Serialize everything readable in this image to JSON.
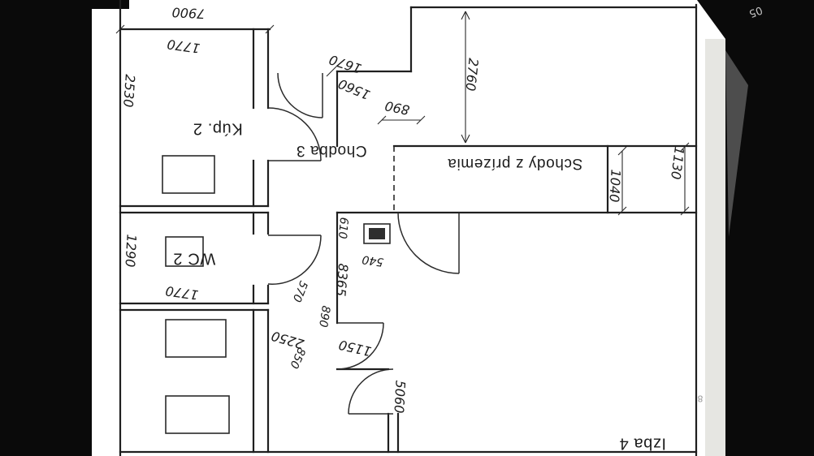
{
  "rooms": {
    "kup2": "Kúp. 2",
    "chodba3": "Chodba 3",
    "wc2": "WC 2",
    "schody": "Schody z prízemia",
    "izba4": "Izba 4"
  },
  "dimensions": {
    "d7900": "7900",
    "d1770_top": "1770",
    "d2530": "2530",
    "d1670": "1670",
    "d1560": "1560",
    "d890_top": "890",
    "d2760": "2760",
    "d1130": "1130",
    "d1040": "1040",
    "d610": "610",
    "d540": "540",
    "d1290": "1290",
    "d1770_wc": "1770",
    "d570": "570",
    "d8365": "8365",
    "d890_mid": "890",
    "d2250": "2250",
    "d850": "850",
    "d1150": "1150",
    "d5060": "5060"
  },
  "margin_marks": {
    "top_right": "05",
    "right_edge": "8"
  }
}
